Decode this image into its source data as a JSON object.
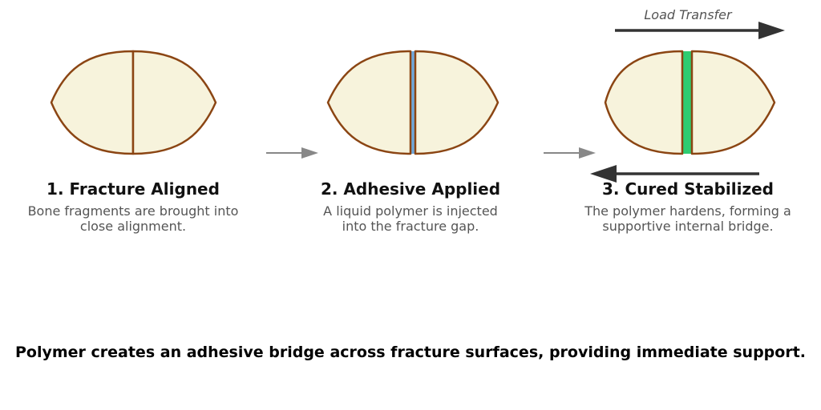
{
  "steps": [
    {
      "title": "1. Fracture Aligned",
      "line1": "Bone fragments are brought into",
      "line2": "close alignment.",
      "gap_color": ""
    },
    {
      "title": "2. Adhesive Applied",
      "line1": "A liquid polymer is injected",
      "line2": "into the fracture gap.",
      "gap_color": "#6fa8dc"
    },
    {
      "title": "3. Cured Stabilized",
      "line1": "The polymer hardens, forming a",
      "line2": "supportive internal bridge.",
      "gap_color": "#2ecc71"
    }
  ],
  "load_transfer_label": "Load Transfer",
  "caption": "Polymer creates an adhesive bridge across fracture surfaces, providing immediate support.",
  "colors": {
    "bone_fill": "#f7f3dc",
    "bone_stroke": "#8b4513",
    "step_arrow": "#888888",
    "load_arrow": "#333333"
  }
}
